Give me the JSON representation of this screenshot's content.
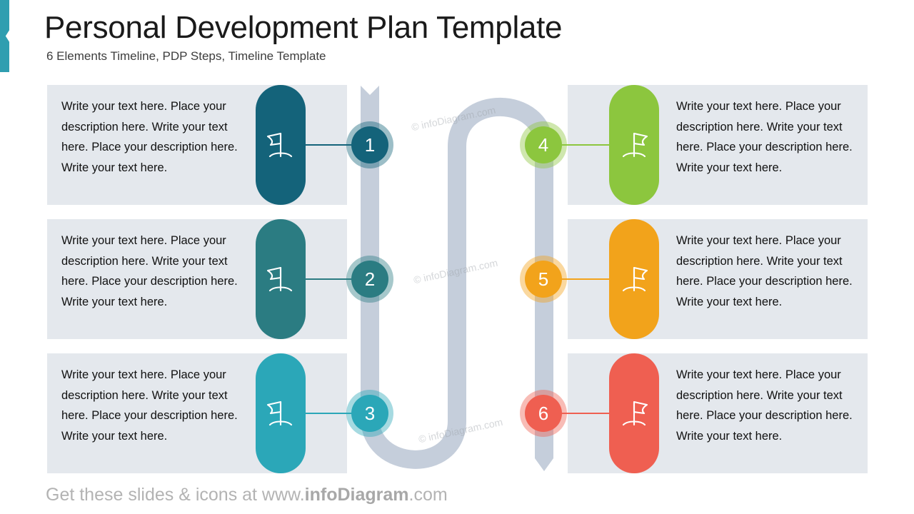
{
  "header": {
    "title": "Personal Development Plan Template",
    "subtitle": "6 Elements Timeline, PDP Steps, Timeline Template",
    "accent_color": "#2f9eb0"
  },
  "footer": {
    "prefix": "Get these slides & icons at www.",
    "brand": "infoDiagram",
    "suffix": ".com"
  },
  "watermark": {
    "text": "© infoDiagram.com"
  },
  "road": {
    "color": "#c5cedb",
    "width": 26
  },
  "common": {
    "body_text": "Write your text here. Place your description here. Write your text here. Place your description here. Write your text here.",
    "icon_name": "flag-icon",
    "textbox_background": "#e4e8ed"
  },
  "steps": [
    {
      "number": "1",
      "side": "left",
      "color": "#14637a",
      "ring_color": "#14637a",
      "text": "Write your text here. Place your description here. Write your text here. Place your description here. Write your text here."
    },
    {
      "number": "2",
      "side": "left",
      "color": "#2b7c82",
      "ring_color": "#2b7c82",
      "text": "Write your text here. Place your description here. Write your text here. Place your description here. Write your text here."
    },
    {
      "number": "3",
      "side": "left",
      "color": "#2ba7b8",
      "ring_color": "#2ba7b8",
      "text": "Write your text here. Place your description here. Write your text here. Place your description here. Write your text here."
    },
    {
      "number": "4",
      "side": "right",
      "color": "#8cc63e",
      "ring_color": "#8cc63e",
      "text": "Write your text here. Place your description here. Write your text here. Place your description here. Write your text here."
    },
    {
      "number": "5",
      "side": "right",
      "color": "#f2a31b",
      "ring_color": "#f2a31b",
      "text": "Write your text here. Place your description here. Write your text here. Place your description here. Write your text here."
    },
    {
      "number": "6",
      "side": "right",
      "color": "#ef5f51",
      "ring_color": "#ef5f51",
      "text": "Write your text here. Place your description here. Write your text here. Place your description here. Write your text here."
    }
  ]
}
